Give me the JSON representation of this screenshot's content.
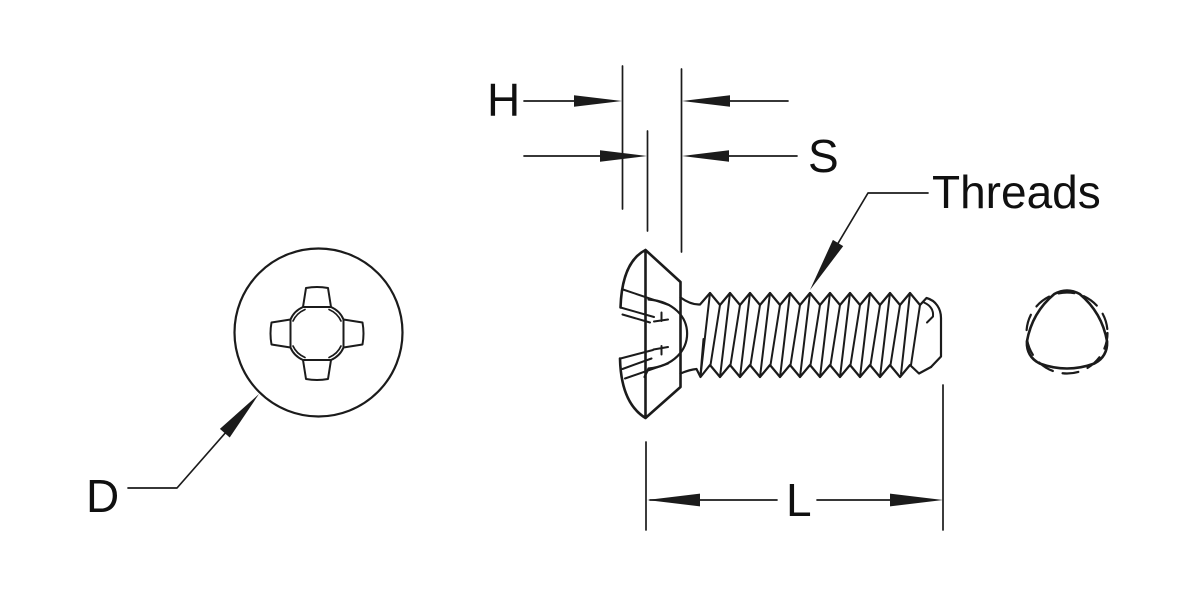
{
  "diagram": {
    "type": "engineering-drawing",
    "subject": "Phillips oval head machine screw with trilobular thread cross-section",
    "background_color": "#ffffff",
    "line_color": "#1b1b1b",
    "labels": {
      "head_height": "H",
      "side_height": "S",
      "length": "L",
      "head_diameter": "D",
      "threads": "Threads"
    }
  }
}
